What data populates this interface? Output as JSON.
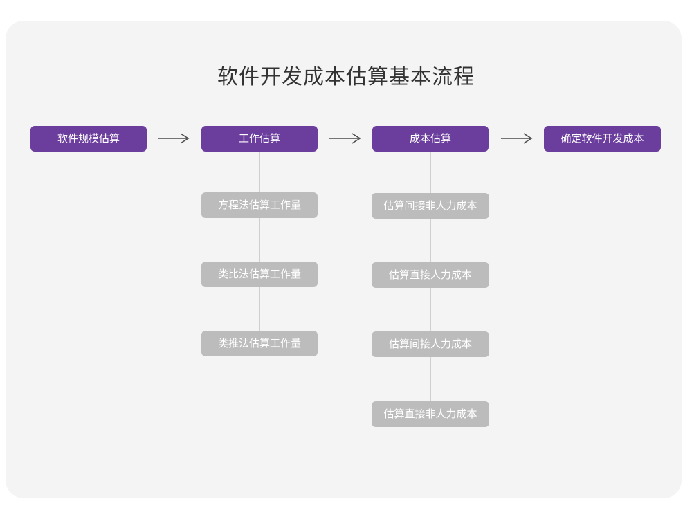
{
  "page": {
    "title": "软件开发成本估算基本流程",
    "colors": {
      "page_background": "#ffffff",
      "card_background": "#f4f4f5",
      "primary_node": "#6b3e9e",
      "sub_node": "#bcbcbc",
      "connector_line": "#cfcfcf",
      "arrow": "#4a4a4a",
      "title_text": "#333333",
      "node_text": "#ffffff"
    }
  },
  "flow": {
    "main_steps": [
      {
        "label": "软件规模估算"
      },
      {
        "label": "工作估算"
      },
      {
        "label": "成本估算"
      },
      {
        "label": "确定软件开发成本"
      }
    ],
    "arrows": [
      {
        "name": "arrow-step1-to-step2",
        "glyph": "arrow-right-icon"
      },
      {
        "name": "arrow-step2-to-step3",
        "glyph": "arrow-right-icon"
      },
      {
        "name": "arrow-step3-to-step4",
        "glyph": "arrow-right-icon"
      }
    ],
    "branches": [
      {
        "parent": "工作估算",
        "items": [
          {
            "label": "方程法估算工作量"
          },
          {
            "label": "类比法估算工作量"
          },
          {
            "label": "类推法估算工作量"
          }
        ]
      },
      {
        "parent": "成本估算",
        "items": [
          {
            "label": "估算间接非人力成本"
          },
          {
            "label": "估算直接人力成本"
          },
          {
            "label": "估算间接人力成本"
          },
          {
            "label": "估算直接非人力成本"
          }
        ]
      }
    ]
  }
}
